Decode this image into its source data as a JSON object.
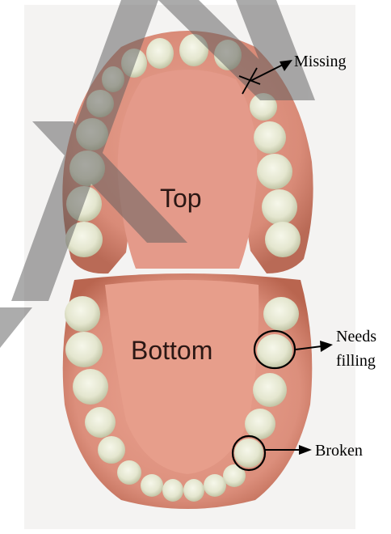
{
  "labels": {
    "upper_jaw": "Top",
    "lower_jaw": "Bottom"
  },
  "annotations": {
    "missing": "Missing",
    "needs_filling_line1": "Needs",
    "needs_filling_line2": "filling",
    "broken": "Broken"
  },
  "colors": {
    "background_panel": "#f3f2f1",
    "gum": "#d88d7b",
    "gum_shadow": "#b8654f",
    "tongue": "#e79e8b",
    "palate": "#e3998a",
    "tooth": "#e8e9d6",
    "tooth_shadow": "#c9ccae",
    "overlay_stripe": "#6b6b6b",
    "annotation": "#000000"
  }
}
